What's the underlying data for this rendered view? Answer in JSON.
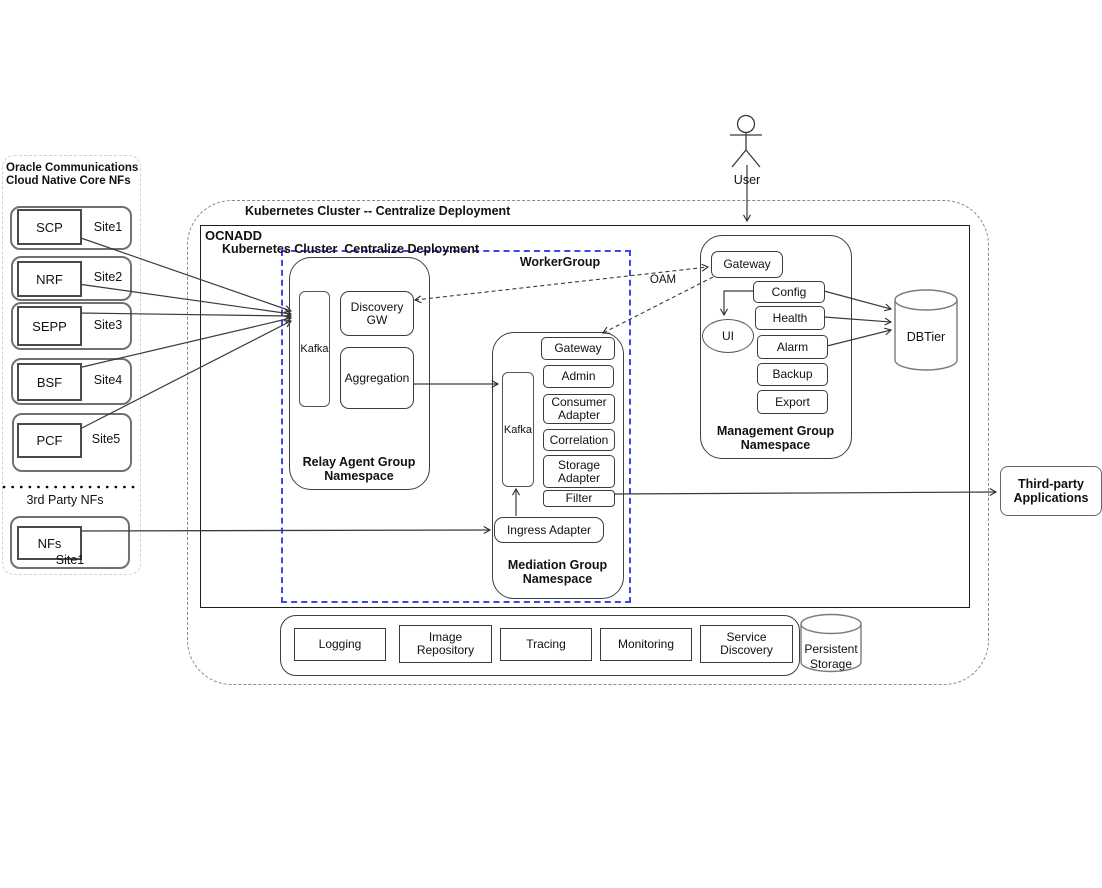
{
  "left_panel": {
    "title_line1": "Oracle Communications",
    "title_line2": "Cloud Native Core NFs",
    "nf_sites": [
      {
        "nf": "SCP",
        "site": "Site1"
      },
      {
        "nf": "NRF",
        "site": "Site2"
      },
      {
        "nf": "SEPP",
        "site": "Site3"
      },
      {
        "nf": "BSF",
        "site": "Site4"
      },
      {
        "nf": "PCF",
        "site": "Site5"
      }
    ],
    "third_party_heading": "3rd Party NFs",
    "third_party_nf": {
      "nf": "NFs",
      "site": "Site1"
    }
  },
  "user_label": "User",
  "cluster": {
    "outer_title": "Kubernetes Cluster -- Centralize Deployment",
    "ocnadd_title": "OCNADD",
    "inner_title": "Kubernetes Cluster  Centralize Deployment",
    "worker_group_title": "WorkerGroup",
    "oam_label": "OAM"
  },
  "relay_group": {
    "kafka": "Kafka",
    "discovery_gw": "Discovery GW",
    "aggregation": "Aggregation",
    "name_line1": "Relay Agent Group",
    "name_line2": "Namespace"
  },
  "mediation_group": {
    "kafka": "Kafka",
    "services": [
      "Gateway",
      "Admin",
      "Consumer Adapter",
      "Correlation",
      "Storage Adapter",
      "Filter"
    ],
    "ingress_adapter": "Ingress Adapter",
    "name_line1": "Mediation Group",
    "name_line2": "Namespace"
  },
  "management_group": {
    "gateway": "Gateway",
    "ui": "UI",
    "services": [
      "Config",
      "Health",
      "Alarm",
      "Backup",
      "Export"
    ],
    "name_line1": "Management Group",
    "name_line2": "Namespace"
  },
  "dbtier_label": "DBTier",
  "third_party_apps_label": "Third-party Applications",
  "infra": {
    "services": [
      "Logging",
      "Image Repository",
      "Tracing",
      "Monitoring",
      "Service Discovery"
    ],
    "persistent_storage_line1": "Persistent",
    "persistent_storage_line2": "Storage"
  },
  "colors": {
    "worker_group_border": "#3e46ee",
    "line": "#3a3a3a"
  }
}
